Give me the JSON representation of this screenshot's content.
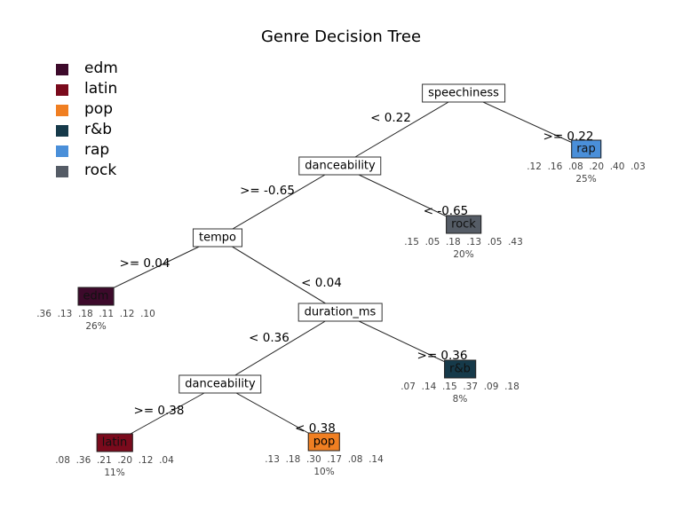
{
  "title": "Genre Decision Tree",
  "legend": [
    {
      "label": "edm",
      "color": "#3d0a2b"
    },
    {
      "label": "latin",
      "color": "#7a0a1c"
    },
    {
      "label": "pop",
      "color": "#f07f22"
    },
    {
      "label": "r&b",
      "color": "#163a4a"
    },
    {
      "label": "rap",
      "color": "#4a8fd9"
    },
    {
      "label": "rock",
      "color": "#555c66"
    }
  ],
  "nodes": [
    {
      "id": "n1",
      "type": "split",
      "label": "speechiness"
    },
    {
      "id": "n2",
      "type": "split",
      "label": "danceability"
    },
    {
      "id": "n3",
      "type": "split",
      "label": "tempo"
    },
    {
      "id": "n4",
      "type": "split",
      "label": "duration_ms"
    },
    {
      "id": "n5",
      "type": "split",
      "label": "danceability"
    },
    {
      "id": "l_rap",
      "type": "leaf",
      "label": "rap",
      "color": "#4a8fd9",
      "probs": ".12  .16  .08  .20  .40  .03",
      "pct": "25%"
    },
    {
      "id": "l_rock",
      "type": "leaf",
      "label": "rock",
      "color": "#555c66",
      "probs": ".15  .05  .18  .13  .05  .43",
      "pct": "20%"
    },
    {
      "id": "l_edm",
      "type": "leaf",
      "label": "edm",
      "color": "#3d0a2b",
      "probs": ".36  .13  .18  .11  .12  .10",
      "pct": "26%"
    },
    {
      "id": "l_rb",
      "type": "leaf",
      "label": "r&b",
      "color": "#163a4a",
      "probs": ".07  .14  .15  .37  .09  .18",
      "pct": "8%"
    },
    {
      "id": "l_latin",
      "type": "leaf",
      "label": "latin",
      "color": "#7a0a1c",
      "probs": ".08  .36  .21  .20  .12  .04",
      "pct": "11%"
    },
    {
      "id": "l_pop",
      "type": "leaf",
      "label": "pop",
      "color": "#f07f22",
      "probs": ".13  .18  .30  .17  .08  .14",
      "pct": "10%"
    }
  ],
  "edges": [
    {
      "from": "n1",
      "to": "n2",
      "label": "< 0.22"
    },
    {
      "from": "n1",
      "to": "l_rap",
      "label": ">= 0.22"
    },
    {
      "from": "n2",
      "to": "n3",
      "label": ">= -0.65"
    },
    {
      "from": "n2",
      "to": "l_rock",
      "label": "< -0.65"
    },
    {
      "from": "n3",
      "to": "l_edm",
      "label": ">= 0.04"
    },
    {
      "from": "n3",
      "to": "n4",
      "label": "< 0.04"
    },
    {
      "from": "n4",
      "to": "n5",
      "label": "< 0.36"
    },
    {
      "from": "n4",
      "to": "l_rb",
      "label": ">= 0.36"
    },
    {
      "from": "n5",
      "to": "l_latin",
      "label": ">= 0.38"
    },
    {
      "from": "n5",
      "to": "l_pop",
      "label": "< 0.38"
    }
  ]
}
